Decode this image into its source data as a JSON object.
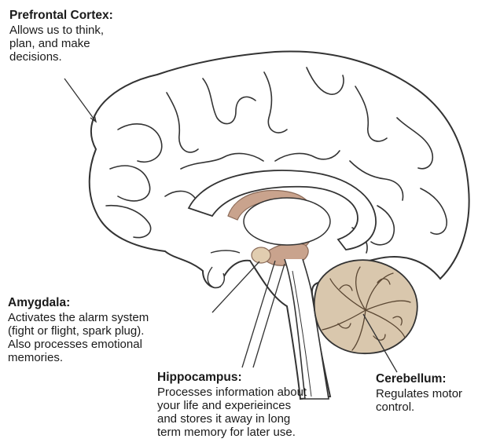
{
  "labels": {
    "prefrontal": {
      "title": "Prefrontal Cortex:",
      "desc": "Allows us to think,\nplan, and make\ndecisions."
    },
    "amygdala": {
      "title": "Amygdala:",
      "desc": "Activates the alarm system\n(fight or flight, spark plug).\nAlso processes emotional\nmemories."
    },
    "hippocampus": {
      "title": "Hippocampus:",
      "desc": "Processes information about\nyour life and experieinces\nand stores it away in long\nterm memory for later use."
    },
    "cerebellum": {
      "title": "Cerebellum:",
      "desc": "Regulates motor\ncontrol."
    }
  },
  "colors": {
    "outline": "#333333",
    "cerebellum_fill": "#d9c7ad",
    "limbic_fill": "#c9a38d",
    "amygdala_fill": "#e1cdb0"
  }
}
